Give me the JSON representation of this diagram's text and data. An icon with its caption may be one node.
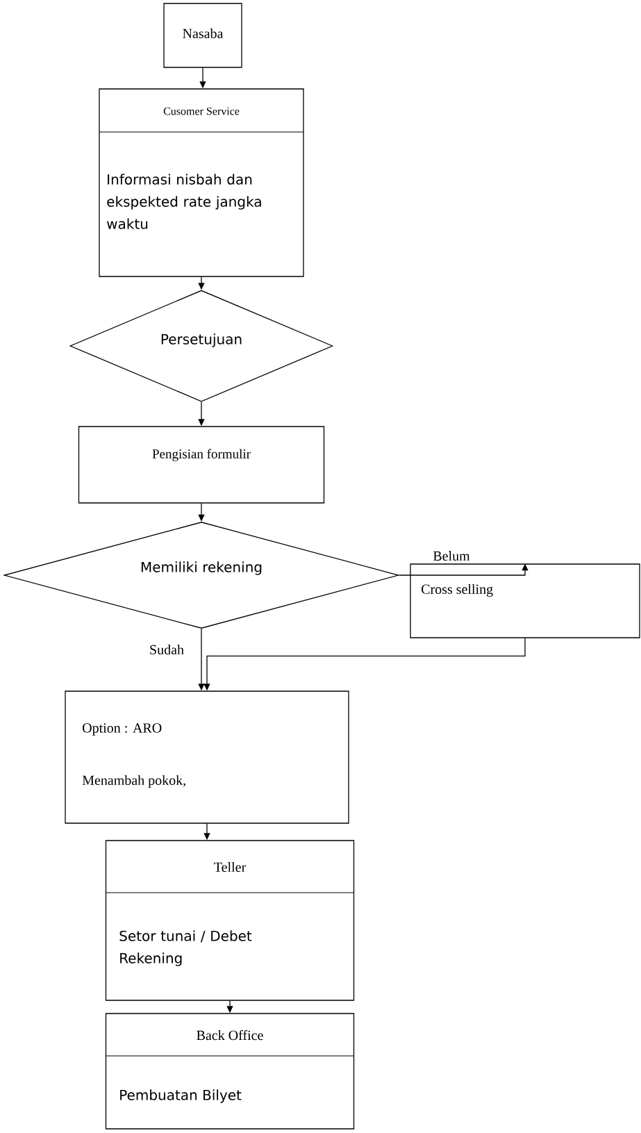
{
  "diagram": {
    "nodes": [
      {
        "text": [
          "Nasaba"
        ]
      },
      {
        "text": [
          "Cusomer Service",
          "Informasi nisbah dan ekspekted rate jangka waktu"
        ]
      },
      {
        "text": [
          "Persetujuan"
        ]
      },
      {
        "text": [
          "Pengisian formulir"
        ]
      },
      {
        "text": [
          "Memiliki rekening"
        ]
      },
      {
        "text": [
          "Cross selling"
        ]
      },
      {
        "text": [
          "Option : ARO",
          "Menambah pokok,"
        ]
      },
      {
        "text": [
          "Teller",
          "Setor tunai / Debet Rekening"
        ]
      },
      {
        "text": [
          "Back Office",
          "Pembuatan Bilyet"
        ]
      }
    ],
    "edges": [
      {
        "from": 0,
        "to": 1,
        "arrow": "to"
      },
      {
        "from": 1,
        "to": 2,
        "arrow": "to"
      },
      {
        "from": 2,
        "to": 3,
        "arrow": "to"
      },
      {
        "from": 3,
        "to": 4,
        "arrow": "to"
      },
      {
        "from": 4,
        "to": 5,
        "arrow": "to",
        "label": "Belum"
      },
      {
        "from": 4,
        "to": 6,
        "arrow": "to",
        "label": "Sudah"
      },
      {
        "from": 5,
        "to": 6,
        "arrow": "to"
      },
      {
        "from": 6,
        "to": 7,
        "arrow": "to"
      },
      {
        "from": 7,
        "to": 8,
        "arrow": "to"
      }
    ]
  }
}
